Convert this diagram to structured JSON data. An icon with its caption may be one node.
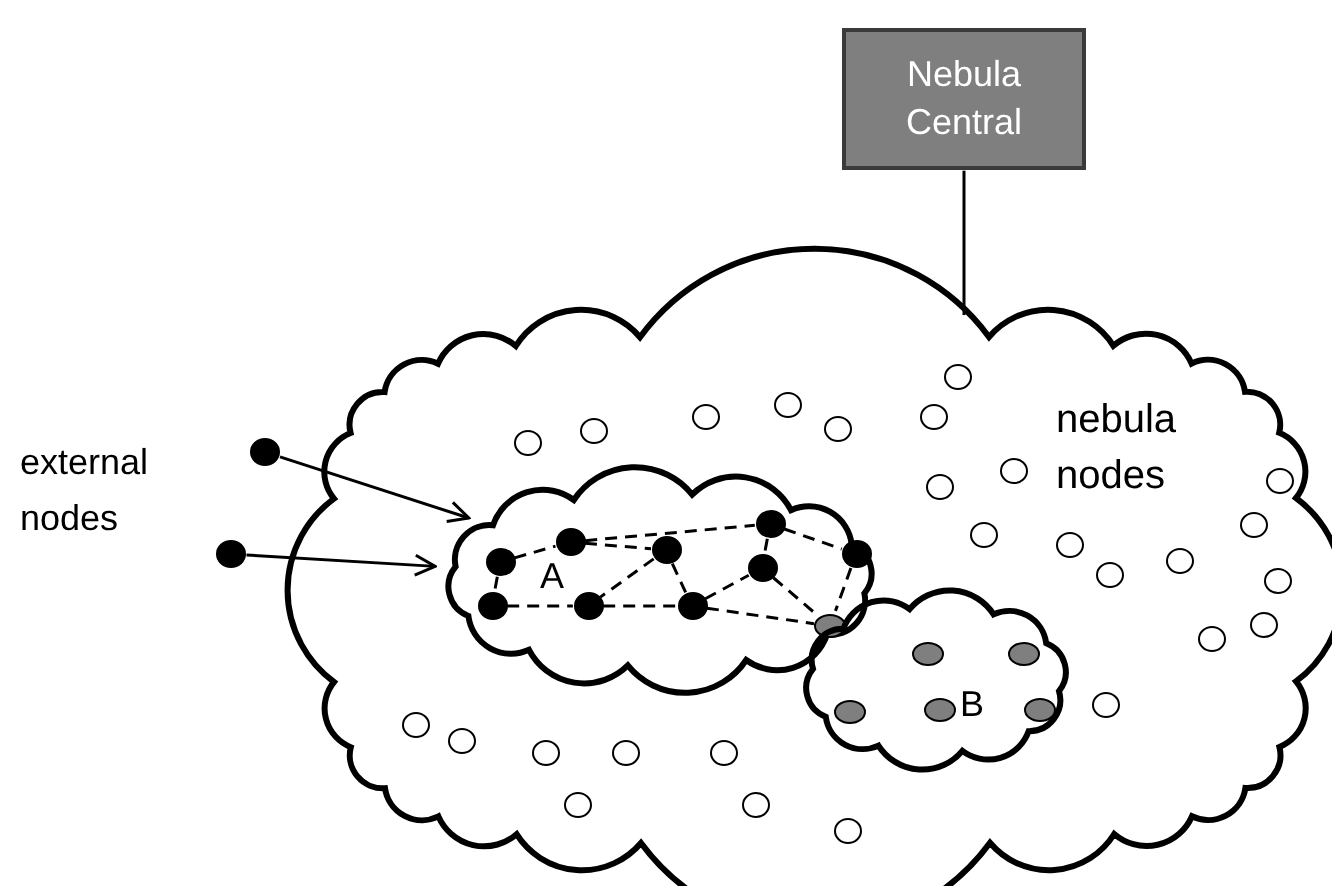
{
  "diagram": {
    "nodes": [
      {
        "text": [
          "Nebula Central"
        ]
      },
      {
        "text": [
          "nebula nodes"
        ]
      },
      {
        "text": [],
        "shape": "circle"
      },
      {
        "text": [],
        "shape": "circle"
      },
      {
        "text": [
          "A"
        ],
        "in": 1
      },
      {
        "text": [
          "B"
        ],
        "in": 1
      },
      {
        "text": [],
        "shape": "circle",
        "in": 4
      },
      {
        "text": [],
        "shape": "circle",
        "in": 4
      },
      {
        "text": [],
        "shape": "circle",
        "in": 4
      },
      {
        "text": [],
        "shape": "circle",
        "in": 4
      },
      {
        "text": [],
        "shape": "circle",
        "in": 4
      },
      {
        "text": [],
        "shape": "circle",
        "in": 4
      },
      {
        "text": [],
        "shape": "circle",
        "in": 4
      },
      {
        "text": [],
        "shape": "circle",
        "in": 4
      },
      {
        "text": [],
        "shape": "circle",
        "in": 4
      },
      {
        "text": [],
        "shape": "circle",
        "in": 4
      },
      {
        "text": [],
        "shape": "circle",
        "in": 5
      },
      {
        "text": [],
        "shape": "circle",
        "in": 5
      },
      {
        "text": [],
        "shape": "circle",
        "in": 5
      },
      {
        "text": [],
        "shape": "circle",
        "in": 5
      },
      {
        "text": [],
        "shape": "circle",
        "in": 5
      },
      {
        "text": [],
        "shape": "circle",
        "in": 1
      },
      {
        "text": [],
        "shape": "circle",
        "in": 1
      },
      {
        "text": [],
        "shape": "circle",
        "in": 1
      },
      {
        "text": [],
        "shape": "circle",
        "in": 1
      },
      {
        "text": [],
        "shape": "circle",
        "in": 1
      },
      {
        "text": [],
        "shape": "circle",
        "in": 1
      },
      {
        "text": [],
        "shape": "circle",
        "in": 1
      },
      {
        "text": [],
        "shape": "circle",
        "in": 1
      },
      {
        "text": [],
        "shape": "circle",
        "in": 1
      },
      {
        "text": [],
        "shape": "circle",
        "in": 1
      },
      {
        "text": [],
        "shape": "circle",
        "in": 1
      },
      {
        "text": [],
        "shape": "circle",
        "in": 1
      },
      {
        "text": [],
        "shape": "circle",
        "in": 1
      },
      {
        "text": [],
        "shape": "circle",
        "in": 1
      },
      {
        "text": [],
        "shape": "circle",
        "in": 1
      },
      {
        "text": [],
        "shape": "circle",
        "in": 1
      },
      {
        "text": [],
        "shape": "circle",
        "in": 1
      },
      {
        "text": [],
        "shape": "circle",
        "in": 1
      },
      {
        "text": [],
        "shape": "circle",
        "in": 1
      },
      {
        "text": [],
        "shape": "circle",
        "in": 1
      },
      {
        "text": [],
        "shape": "circle",
        "in": 1
      },
      {
        "text": [],
        "shape": "circle",
        "in": 1
      },
      {
        "text": [],
        "shape": "circle",
        "in": 1
      },
      {
        "text": [],
        "shape": "circle",
        "in": 1
      },
      {
        "text": [],
        "shape": "circle",
        "in": 1
      },
      {
        "text": [],
        "shape": "circle",
        "in": 1
      },
      {
        "text": [],
        "shape": "circle",
        "in": 1
      }
    ],
    "edges": [
      {
        "from": 0,
        "to": 1,
        "arrow": "none"
      },
      {
        "from": 2,
        "to": 4,
        "arrow": "to"
      },
      {
        "from": 3,
        "to": 4,
        "arrow": "to"
      },
      {
        "from": 6,
        "to": 7,
        "arrow": "none",
        "style": "dashed"
      },
      {
        "from": 6,
        "to": 12,
        "arrow": "none",
        "style": "dashed"
      },
      {
        "from": 7,
        "to": 8,
        "arrow": "none",
        "style": "dashed"
      },
      {
        "from": 7,
        "to": 9,
        "arrow": "none",
        "style": "dashed"
      },
      {
        "from": 9,
        "to": 10,
        "arrow": "none",
        "style": "dashed"
      },
      {
        "from": 9,
        "to": 11,
        "arrow": "none",
        "style": "dashed"
      },
      {
        "from": 8,
        "to": 13,
        "arrow": "none",
        "style": "dashed"
      },
      {
        "from": 8,
        "to": 14,
        "arrow": "none",
        "style": "dashed"
      },
      {
        "from": 12,
        "to": 13,
        "arrow": "none",
        "style": "dashed"
      },
      {
        "from": 13,
        "to": 14,
        "arrow": "none",
        "style": "dashed"
      },
      {
        "from": 14,
        "to": 11,
        "arrow": "none",
        "style": "dashed"
      },
      {
        "from": 11,
        "to": 15,
        "arrow": "none",
        "style": "dashed"
      },
      {
        "from": 10,
        "to": 15,
        "arrow": "none",
        "style": "dashed"
      },
      {
        "from": 14,
        "to": 15,
        "arrow": "none",
        "style": "dashed"
      }
    ],
    "labels": [
      "external nodes"
    ]
  }
}
